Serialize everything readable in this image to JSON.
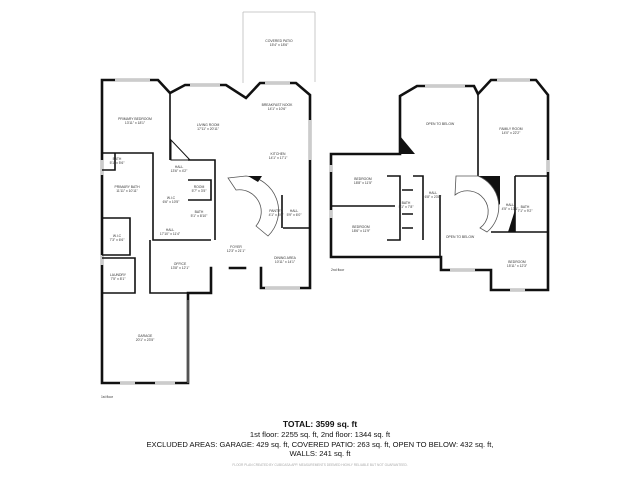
{
  "floor1": {
    "label": "1st floor",
    "rooms": [
      {
        "name": "COVERED PATIO",
        "dims": "15'4\" x 18'6\""
      },
      {
        "name": "PRIMARY BEDROOM",
        "dims": "13'11\" x 18'1\""
      },
      {
        "name": "LIVING ROOM",
        "dims": "17'11\" x 20'11\""
      },
      {
        "name": "BREAKFAST NOOK",
        "dims": "14'1\" x 10'6\""
      },
      {
        "name": "KITCHEN",
        "dims": "14'1\" x 17'1\""
      },
      {
        "name": "BATH",
        "dims": "5'1\" x 5'6\""
      },
      {
        "name": "HALL",
        "dims": "13'6\" x 4'2\""
      },
      {
        "name": "PRIMARY BATH",
        "dims": "11'11\" x 10'11\""
      },
      {
        "name": "W.I.C",
        "dims": "6'6\" x 10'5\""
      },
      {
        "name": "ROOM",
        "dims": "5'7\" x 3'5\""
      },
      {
        "name": "BATH",
        "dims": "5'1\" x 8'10\""
      },
      {
        "name": "PANTRY",
        "dims": "4'1\" x 6'0\""
      },
      {
        "name": "HALL",
        "dims": "5'9\" x 6'0\""
      },
      {
        "name": "HALL",
        "dims": "17'10\" x 11'4\""
      },
      {
        "name": "W.I.C",
        "dims": "7'3\" x 6'6\""
      },
      {
        "name": "FOYER",
        "dims": "12'3\" x 21'1\""
      },
      {
        "name": "OFFICE",
        "dims": "13'8\" x 12'1\""
      },
      {
        "name": "DINING AREA",
        "dims": "10'11\" x 14'1\""
      },
      {
        "name": "LAUNDRY",
        "dims": "7'5\" x 8'1\""
      },
      {
        "name": "GARAGE",
        "dims": "20'1\" x 23'5\""
      }
    ]
  },
  "floor2": {
    "label": "2nd floor",
    "rooms": [
      {
        "name": "OPEN TO BELOW",
        "dims": ""
      },
      {
        "name": "FAMILY ROOM",
        "dims": "14'0\" x 22'2\""
      },
      {
        "name": "BEDROOM",
        "dims": "18'8\" x 11'5\""
      },
      {
        "name": "BATH",
        "dims": "5'1\" x 7'8\""
      },
      {
        "name": "HALL",
        "dims": "6'8\" x 23'8\""
      },
      {
        "name": "BEDROOM",
        "dims": "18'6\" x 11'9\""
      },
      {
        "name": "HALL",
        "dims": "4'5\" x 13'1\""
      },
      {
        "name": "BATH",
        "dims": "7'1\" x 9'2\""
      },
      {
        "name": "OPEN TO BELOW",
        "dims": ""
      },
      {
        "name": "BEDROOM",
        "dims": "15'11\" x 12'3\""
      }
    ]
  },
  "summary": {
    "total": "TOTAL: 3599 sq. ft",
    "floors": "1st floor: 2255 sq. ft, 2nd floor: 1344 sq. ft",
    "excluded": "EXCLUDED AREAS: GARAGE: 429 sq. ft, COVERED PATIO: 263 sq. ft, OPEN TO BELOW: 432 sq. ft,",
    "walls": "WALLS: 241 sq. ft",
    "footer": "FLOOR PLAN CREATED BY CUBICASA APP. MEASUREMENTS DEEMED HIGHLY RELIABLE BUT NOT GUARANTEED."
  }
}
